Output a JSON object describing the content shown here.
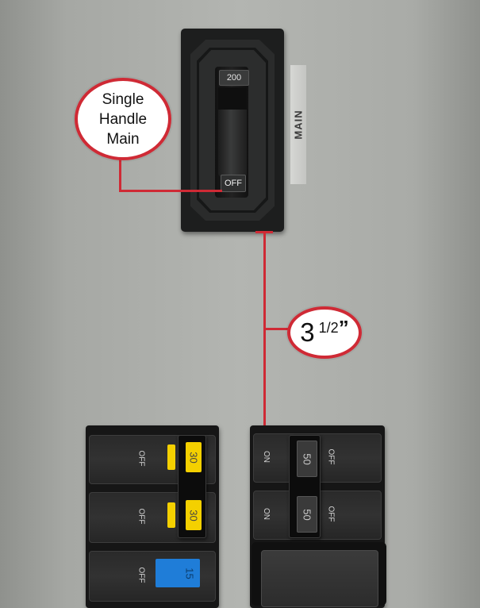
{
  "main_breaker": {
    "rating": "200",
    "off_label": "OFF",
    "side_tag": "MAIN"
  },
  "callouts": {
    "main_text": "Single\nHandle\nMain",
    "dimension_whole": "3",
    "dimension_fraction": "1/2",
    "dimension_unit": "”"
  },
  "left_panel": {
    "rows": [
      {
        "off": "OFF",
        "rating": "30",
        "toggle_color": "#f4d000"
      },
      {
        "off": "OFF",
        "rating": "30",
        "toggle_color": "#f4d000"
      },
      {
        "off": "OFF",
        "rating": "15",
        "toggle_color": "#1f7dd8"
      }
    ]
  },
  "right_panel": {
    "rows": [
      {
        "on": "ON",
        "rating": "50",
        "off": "OFF"
      },
      {
        "on": "ON",
        "rating": "50",
        "off": "OFF"
      }
    ]
  },
  "colors": {
    "accent_red": "#cf2a35",
    "breaker_black": "#1d1e1e",
    "panel_gray": "#b3b5b1"
  }
}
